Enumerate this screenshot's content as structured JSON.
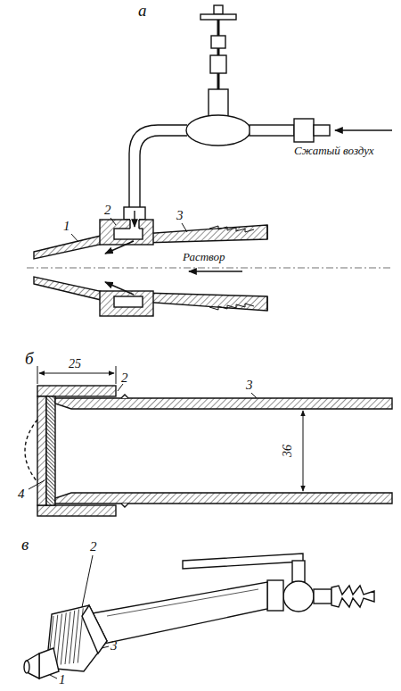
{
  "diagram": {
    "labels": [
      "а",
      "2",
      "1",
      "3",
      "Сжатый воздух",
      "Раствор",
      "б",
      "25",
      "2",
      "3",
      "4",
      "36",
      "в",
      "2",
      "3",
      "1"
    ]
  }
}
